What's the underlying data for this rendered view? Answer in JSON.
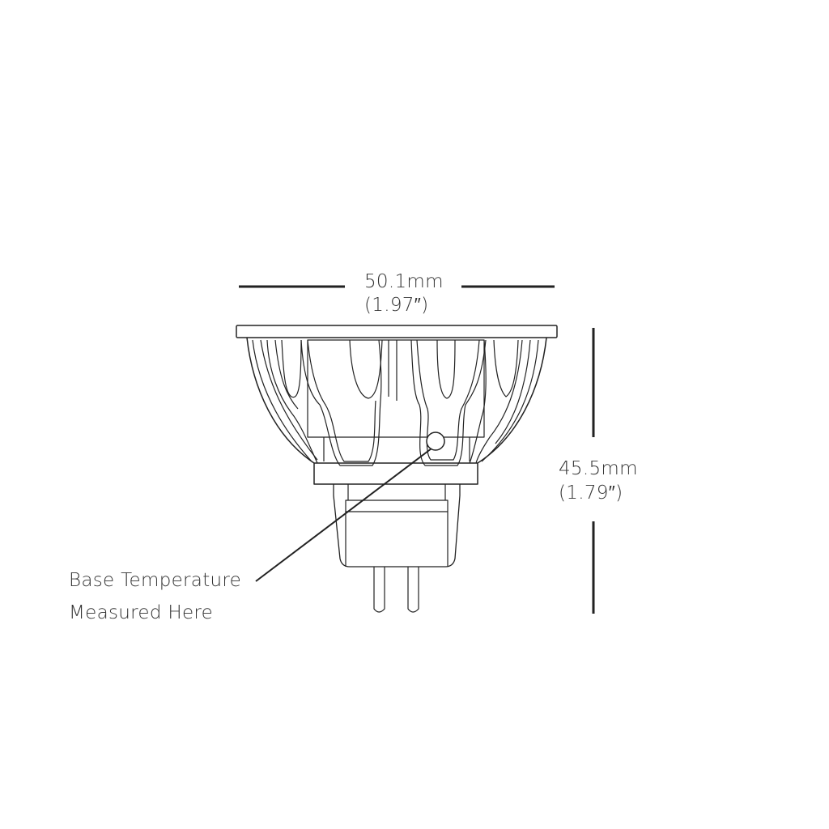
{
  "dimensions": {
    "width_mm": "50.1mm",
    "width_in": "(1.97″)",
    "height_mm": "45.5mm",
    "height_in": "(1.79″)"
  },
  "callout": {
    "line1": "Base Temperature",
    "line2": "Measured Here"
  },
  "colors": {
    "line": "#222222",
    "text": "#333333"
  }
}
